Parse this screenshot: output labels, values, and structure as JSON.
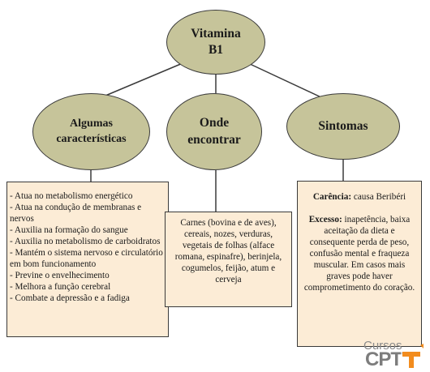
{
  "diagram": {
    "root": {
      "label": "Vitamina B1"
    },
    "branches": [
      {
        "label": "Algumas características"
      },
      {
        "label": "Onde encontrar"
      },
      {
        "label": "Sintomas"
      }
    ],
    "caracteristicas": [
      "- Atua no metabolismo energético",
      "- Atua na condução de membranas e nervos",
      "- Auxilia na formação do sangue",
      "- Auxilia no metabolismo de carboidratos",
      "- Mantém o sistema nervoso e circulatório em bom funcionamento",
      "- Previne o envelhecimento",
      "- Melhora a função cerebral",
      "- Combate a depressão e a fadiga"
    ],
    "onde_encontrar": "Carnes (bovina e de aves), cereais, nozes, verduras, vegetais de folhas (alface romana, espinafre), berinjela, cogumelos, feijão, atum e cerveja",
    "sintomas": {
      "carencia_label": "Carência:",
      "carencia_text": "causa Beribéri",
      "excesso_label": "Excesso:",
      "excesso_text": "inapetência, baixa aceitação da dieta e consequente perda de peso, confusão mental e fraqueza muscular. Em casos mais graves pode haver comprometimento do coração."
    }
  },
  "logo": {
    "line1": "Cursos",
    "line2": "CPT"
  },
  "colors": {
    "ellipse_fill": "#c6c49a",
    "box_fill": "#fcecd6",
    "stroke": "#3a3a3a",
    "logo_orange": "#f28c1e"
  }
}
